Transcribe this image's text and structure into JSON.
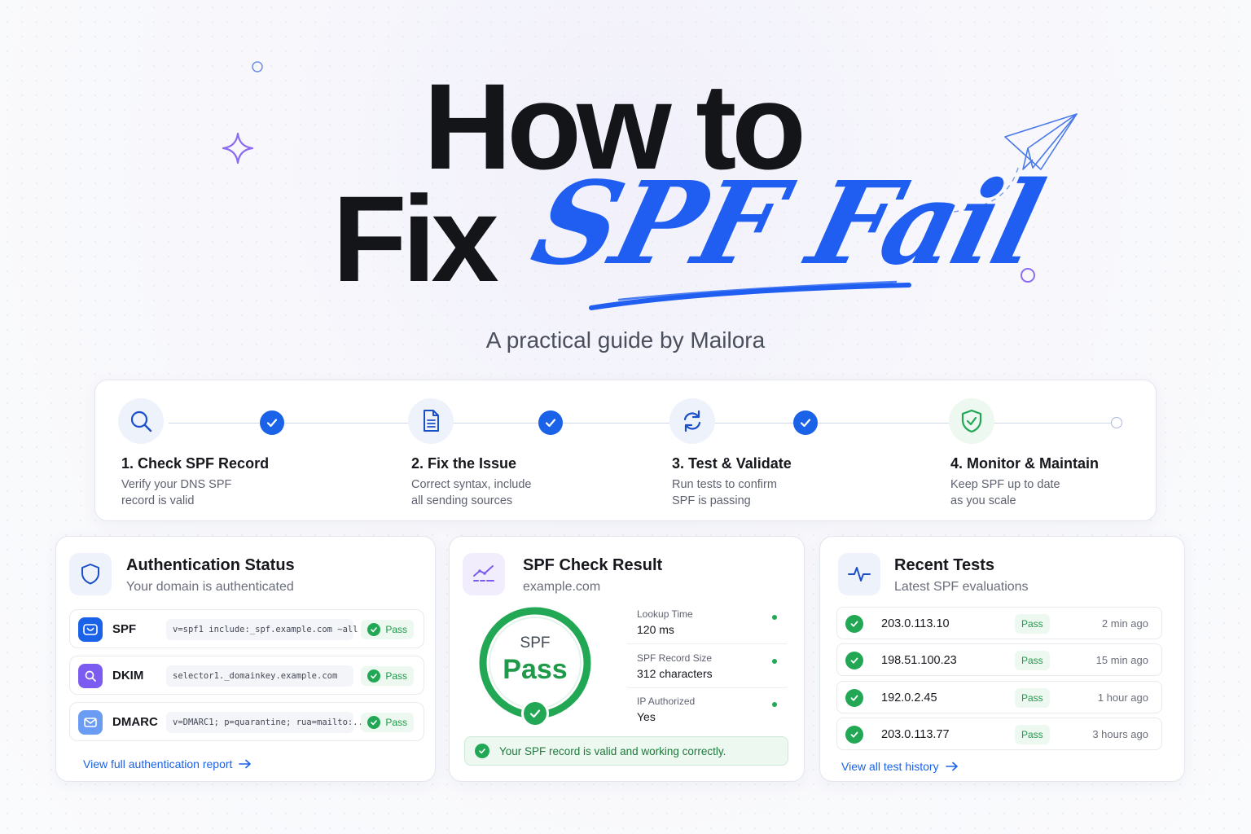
{
  "hero": {
    "title_line1": "How to",
    "title_fix": "Fix",
    "title_brush": "SPF Fail",
    "subtitle": "A practical guide by Mailora"
  },
  "steps": [
    {
      "title": "1. Check SPF Record",
      "desc_line1": "Verify your DNS SPF",
      "desc_line2": "record is valid",
      "icon": "search-icon",
      "complete": true
    },
    {
      "title": "2. Fix the Issue",
      "desc_line1": "Correct syntax, include",
      "desc_line2": "all sending sources",
      "icon": "document-icon",
      "complete": true
    },
    {
      "title": "3. Test & Validate",
      "desc_line1": "Run tests to confirm",
      "desc_line2": "SPF is passing",
      "icon": "refresh-icon",
      "complete": true
    },
    {
      "title": "4. Monitor & Maintain",
      "desc_line1": "Keep SPF up to date",
      "desc_line2": "as you scale",
      "icon": "shield-check-icon",
      "complete": false
    }
  ],
  "auth_status": {
    "title": "Authentication Status",
    "subtitle": "Your domain is authenticated",
    "rows": [
      {
        "name": "SPF",
        "record": "v=spf1 include:_spf.example.com ~all",
        "status": "Pass",
        "color": "#1a62e8"
      },
      {
        "name": "DKIM",
        "record": "selector1._domainkey.example.com",
        "status": "Pass",
        "color": "#7c5cf0"
      },
      {
        "name": "DMARC",
        "record": "v=DMARC1; p=quarantine; rua=mailto:...",
        "status": "Pass",
        "color": "#6a9cf3"
      }
    ],
    "link": "View full authentication report"
  },
  "spf_result": {
    "title": "SPF Check Result",
    "subtitle": "example.com",
    "gauge_label": "SPF",
    "gauge_value": "Pass",
    "metrics": [
      {
        "label": "Lookup Time",
        "value": "120 ms"
      },
      {
        "label": "SPF Record Size",
        "value": "312 characters"
      },
      {
        "label": "IP Authorized",
        "value": "Yes"
      }
    ],
    "banner": "Your SPF record is valid and working correctly."
  },
  "recent_tests": {
    "title": "Recent Tests",
    "subtitle": "Latest SPF evaluations",
    "rows": [
      {
        "ip": "203.0.113.10",
        "status": "Pass",
        "time": "2 min ago"
      },
      {
        "ip": "198.51.100.23",
        "status": "Pass",
        "time": "15 min ago"
      },
      {
        "ip": "192.0.2.45",
        "status": "Pass",
        "time": "1 hour ago"
      },
      {
        "ip": "203.0.113.77",
        "status": "Pass",
        "time": "3 hours ago"
      }
    ],
    "link": "View all test history"
  },
  "colors": {
    "accent": "#1a62e8",
    "success": "#22a855",
    "brush": "#1f5ef0",
    "deco": "#8b6cf0"
  }
}
